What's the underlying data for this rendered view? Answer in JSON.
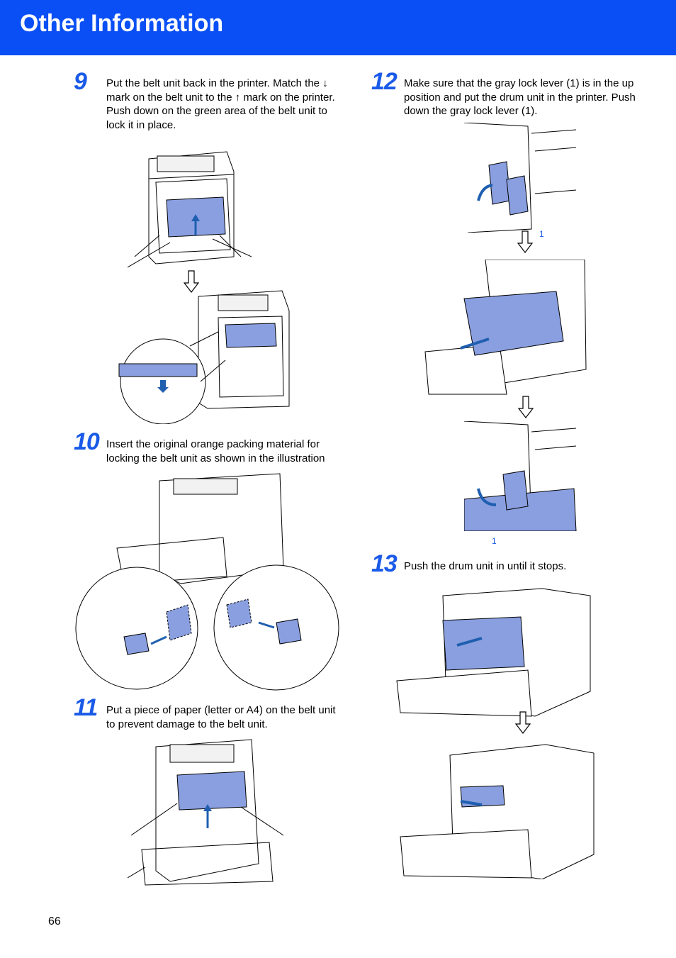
{
  "header": {
    "title": "Other Information"
  },
  "steps": [
    {
      "number": "9",
      "text1": "Put the belt unit back in the printer. Match the ↓ mark on the belt unit to the ↑ mark on the printer.",
      "text2": "Push down on the green area of the belt unit to lock it in place."
    },
    {
      "number": "10",
      "text1": "Insert the original orange packing material for locking the belt unit as shown in the illustration"
    },
    {
      "number": "11",
      "text1": "Put a piece of paper (letter or A4) on the belt unit to prevent damage to the belt unit."
    },
    {
      "number": "12",
      "text1": "Make sure that the gray lock lever (1) is in the up position and put the drum unit in the printer. Push down the gray lock lever (1)."
    },
    {
      "number": "13",
      "text1": "Push the drum unit in until it stops."
    }
  ],
  "callouts": {
    "lever_top": "1",
    "lever_bottom": "1"
  },
  "page": {
    "number": "66"
  },
  "colors": {
    "header": "#0a4ff5",
    "step_number": "#1a5ae8",
    "accent_part": "#8a9fe0",
    "arrow": "#1f5fb0"
  },
  "icons": {
    "flow_arrow": "down-outline-arrow-icon"
  }
}
